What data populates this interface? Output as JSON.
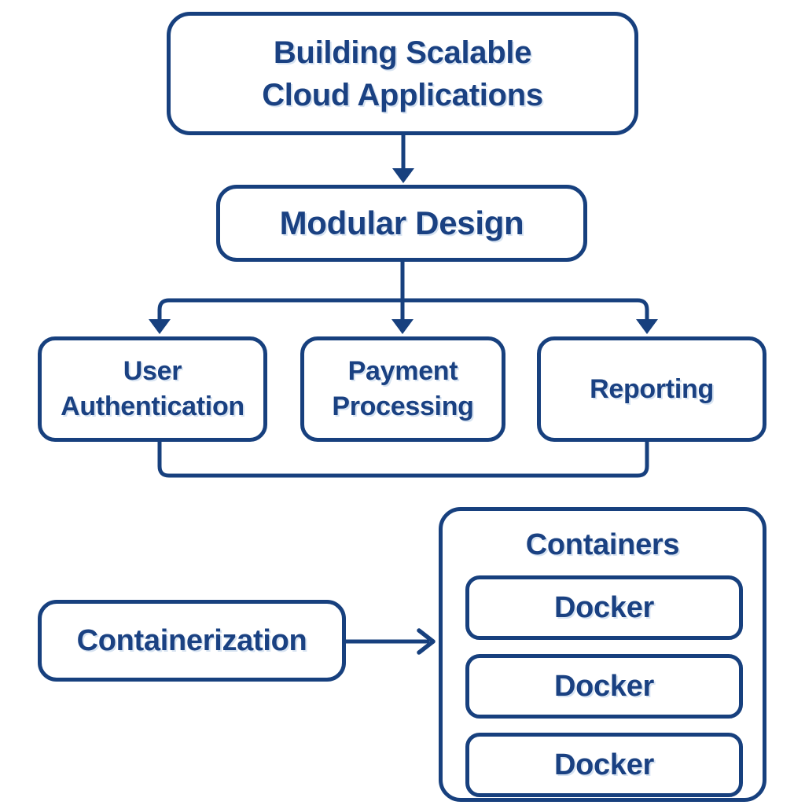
{
  "colors": {
    "line": "#17407E",
    "ink": "#1A4182",
    "background": "#FFFFFF",
    "node_fill": "#FFFFFF"
  },
  "diagram": {
    "root": {
      "lines": [
        "Building Scalable",
        "Cloud Applications"
      ]
    },
    "modular": {
      "label": "Modular Design"
    },
    "modules": [
      {
        "lines": [
          "User",
          "Authentication"
        ]
      },
      {
        "lines": [
          "Payment",
          "Processing"
        ]
      },
      {
        "lines": [
          "Reporting"
        ]
      }
    ],
    "containerization": {
      "label": "Containerization"
    },
    "containers": {
      "title": "Containers",
      "items": [
        "Docker",
        "Docker",
        "Docker"
      ]
    }
  }
}
